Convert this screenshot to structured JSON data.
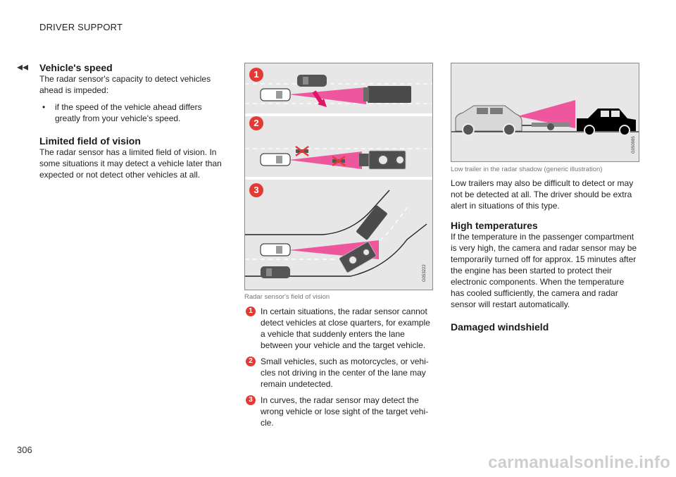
{
  "header": {
    "title": "DRIVER SUPPORT",
    "continue_mark": "◂◂"
  },
  "left_column": {
    "section1_title": "Vehicle's speed",
    "section1_text": "The radar sensor's capacity to detect vehicles ahead is impeded:",
    "bullet_symbol": "•",
    "bullet1": "if the speed of the vehicle ahead differs greatly from your vehicle's speed.",
    "section2_title": "Limited field of vision",
    "section2_text": "The radar sensor has a limited field of vision. In some situations it may detect a vehicle later than expected or not detect other vehicles at all."
  },
  "figure1": {
    "badges": [
      "1",
      "2",
      "3"
    ],
    "code": "G053222",
    "caption": "Radar sensor's field of vision",
    "colors": {
      "background": "#e7e7e7",
      "radar": "#ef3d8f",
      "lane": "#ffffff"
    }
  },
  "numbered_items": [
    {
      "badge": "1",
      "text": "In certain situations, the radar sensor cannot detect vehicles at close quarters, for example a vehicle that suddenly enters the lane between your vehicle and the target vehicle."
    },
    {
      "badge": "2",
      "text": "Small vehicles, such as motorcycles, or vehi-cles not driving in the center of the lane may remain undetected."
    },
    {
      "badge": "3",
      "text": "In curves, the radar sensor may detect the wrong vehicle or lose sight of the target vehi-cle."
    }
  ],
  "figure2": {
    "code": "G050985",
    "caption": "Low trailer in the radar shadow (generic illustration)"
  },
  "right_column": {
    "text1": "Low trailers may also be difficult to detect or may not be detected at all. The driver should be extra alert in situations of this type.",
    "section3_title": "High temperatures",
    "section3_text": "If the temperature in the passenger compartment is very high, the camera and radar sensor may be temporarily turned off for approx. 15 minutes after the engine has been started to protect their electronic components. When the temperature has cooled sufficiently, the camera and radar sensor will restart automatically.",
    "section4_title": "Damaged windshield"
  },
  "footer": {
    "page_number": "306",
    "watermark": "carmanualsonline.info"
  }
}
